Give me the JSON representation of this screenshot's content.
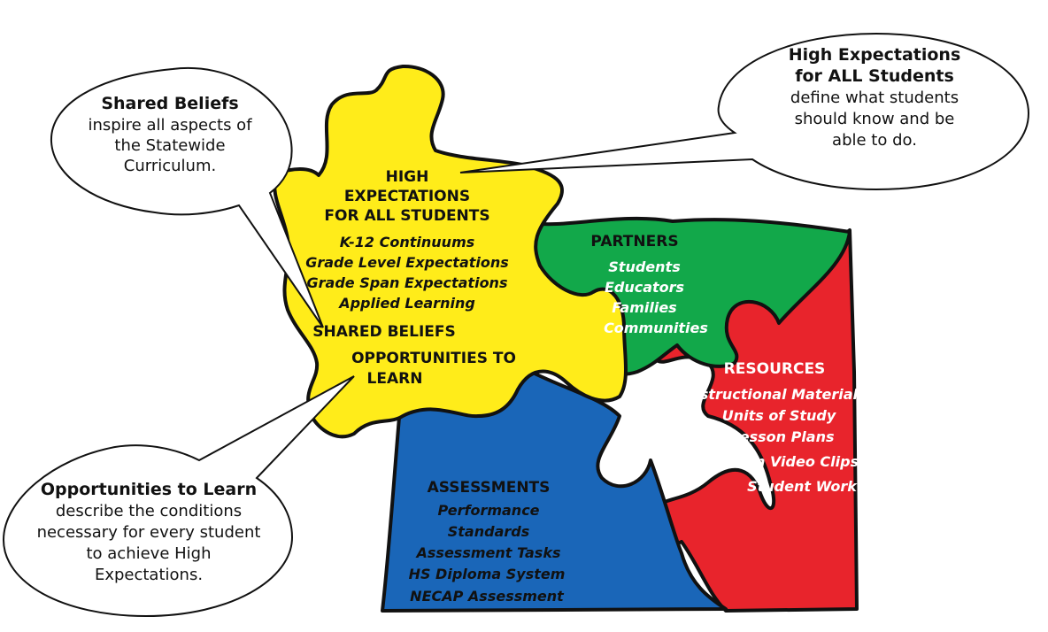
{
  "colors": {
    "yellow": "#ffec1a",
    "green": "#12a84a",
    "blue": "#1a66b8",
    "red": "#e8242c",
    "outline": "#111111"
  },
  "callouts": {
    "shared_beliefs": {
      "title": "Shared Beliefs",
      "lines": [
        "inspire all aspects of",
        "the Statewide",
        "Curriculum."
      ]
    },
    "high_expectations": {
      "title_lines": [
        "High Expectations",
        "for ALL Students"
      ],
      "lines": [
        "define what students",
        "should know and be",
        "able to do."
      ]
    },
    "opportunities": {
      "title": "Opportunities to Learn",
      "lines": [
        "describe the conditions",
        "necessary for every student",
        "to achieve High",
        "Expectations."
      ]
    }
  },
  "pieces": {
    "yellow": {
      "heading_lines": [
        "HIGH",
        "EXPECTATIONS",
        "FOR ALL STUDENTS"
      ],
      "items": [
        "K-12 Continuums",
        "Grade Level Expectations",
        "Grade Span Expectations",
        "Applied Learning"
      ],
      "shared_beliefs": "SHARED BELIEFS",
      "opportunities_lines": [
        "OPPORTUNITIES TO",
        "LEARN"
      ]
    },
    "green": {
      "heading": "PARTNERS",
      "items": [
        "Students",
        "Educators",
        "Families",
        "Communities"
      ]
    },
    "red": {
      "heading": "RESOURCES",
      "items": [
        "Instructional Materials",
        "Units of Study",
        "Lesson Plans",
        "Lesson Video Clips",
        "Student Work"
      ]
    },
    "blue": {
      "heading": "ASSESSMENTS",
      "items": [
        "Performance",
        "Standards",
        "Assessment Tasks",
        "HS Diploma System",
        "NECAP Assessment"
      ]
    }
  }
}
